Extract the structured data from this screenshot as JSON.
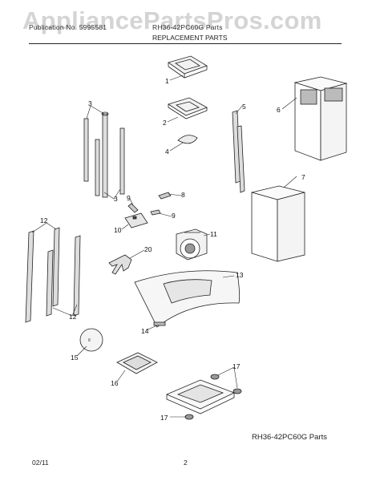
{
  "header": {
    "watermark": "AppliancePartsPros.com",
    "left": "Publication No. 5995581",
    "middle": "RH36-42PC60G Parts",
    "title": "REPLACEMENT PARTS"
  },
  "callouts": [
    "1",
    "2",
    "3",
    "3",
    "4",
    "5",
    "6",
    "7",
    "8",
    "9",
    "9",
    "10",
    "11",
    "12",
    "12",
    "13",
    "14",
    "15",
    "16",
    "17",
    "17",
    "20"
  ],
  "model_label": "RH36-42PC60G Parts",
  "footer": {
    "date": "02/11",
    "page": "2"
  }
}
